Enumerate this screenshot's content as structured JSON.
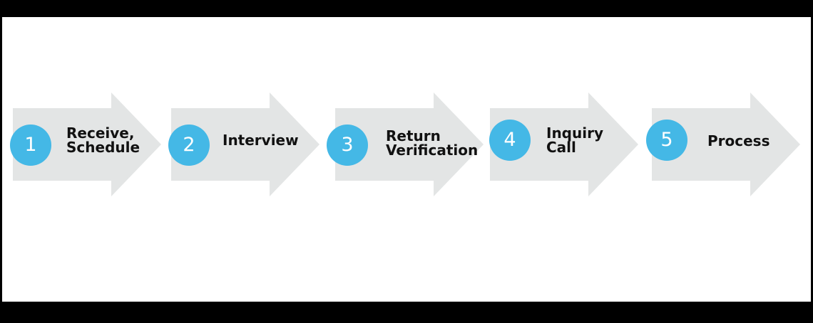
{
  "colors": {
    "frame": "#000000",
    "canvas": "#ffffff",
    "arrow_fill": "#e3e5e5",
    "badge_fill": "#44b8e6",
    "badge_text": "#ffffff",
    "label_text": "#111111"
  },
  "steps": [
    {
      "number": "1",
      "line1": "Receive,",
      "line2": "Schedule"
    },
    {
      "number": "2",
      "line1": "Interview",
      "line2": ""
    },
    {
      "number": "3",
      "line1": "Return",
      "line2": "Verification"
    },
    {
      "number": "4",
      "line1": "Inquiry",
      "line2": "Call"
    },
    {
      "number": "5",
      "line1": "Process",
      "line2": ""
    }
  ]
}
